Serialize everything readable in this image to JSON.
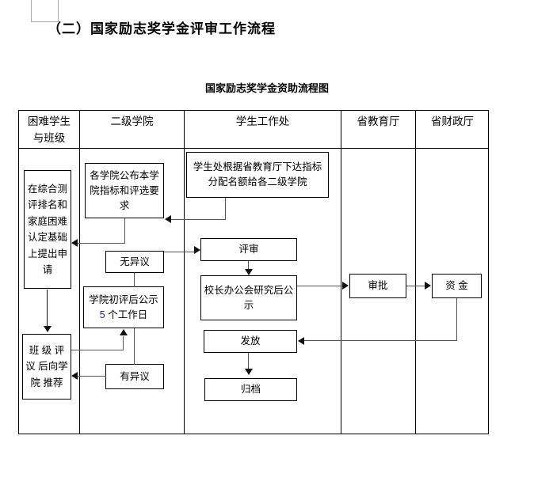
{
  "document": {
    "heading": "（二）国家励志奖学金评审工作流程",
    "chart_title": "国家励志奖学金资助流程图"
  },
  "table": {
    "columns": [
      {
        "label": "困难学生\n与班级"
      },
      {
        "label": "二级学院"
      },
      {
        "label": "学生工作处"
      },
      {
        "label": "省教育厅"
      },
      {
        "label": "省财政厅"
      }
    ],
    "column_labels": {
      "c1": "困难学生与班级",
      "c1_line1": "困难学生",
      "c1_line2": "与班级",
      "c2": "二级学院",
      "c3": "学生工作处",
      "c4": "省教育厅",
      "c5": "省财政厅"
    }
  },
  "nodes": {
    "apply": "在综合测评排名和家庭困难认定基础上提出申请",
    "class_recommend": "班 级 评议 后向学 院 推荐",
    "college_publish": "各学院公布本学院指标和评选要求",
    "no_objection": "无异议",
    "college_review_publicity_pre": "学院初评后公示 ",
    "college_review_publicity_num": "5",
    "college_review_publicity_post": " 个工作日",
    "has_objection": "有异议",
    "allocate_quota": "学生处根据省教育厅下达指标分配名额给各二级学院",
    "appraisal": "评审",
    "president_meeting": "校长办公会研究后公示",
    "disburse": "发放",
    "archive": "归档",
    "approve": "审批",
    "funds": "资 金"
  },
  "colors": {
    "line": "#555555",
    "arrow": "#111111",
    "border": "#000000",
    "background": "#ffffff",
    "accent_number": "#1a1aa8"
  }
}
